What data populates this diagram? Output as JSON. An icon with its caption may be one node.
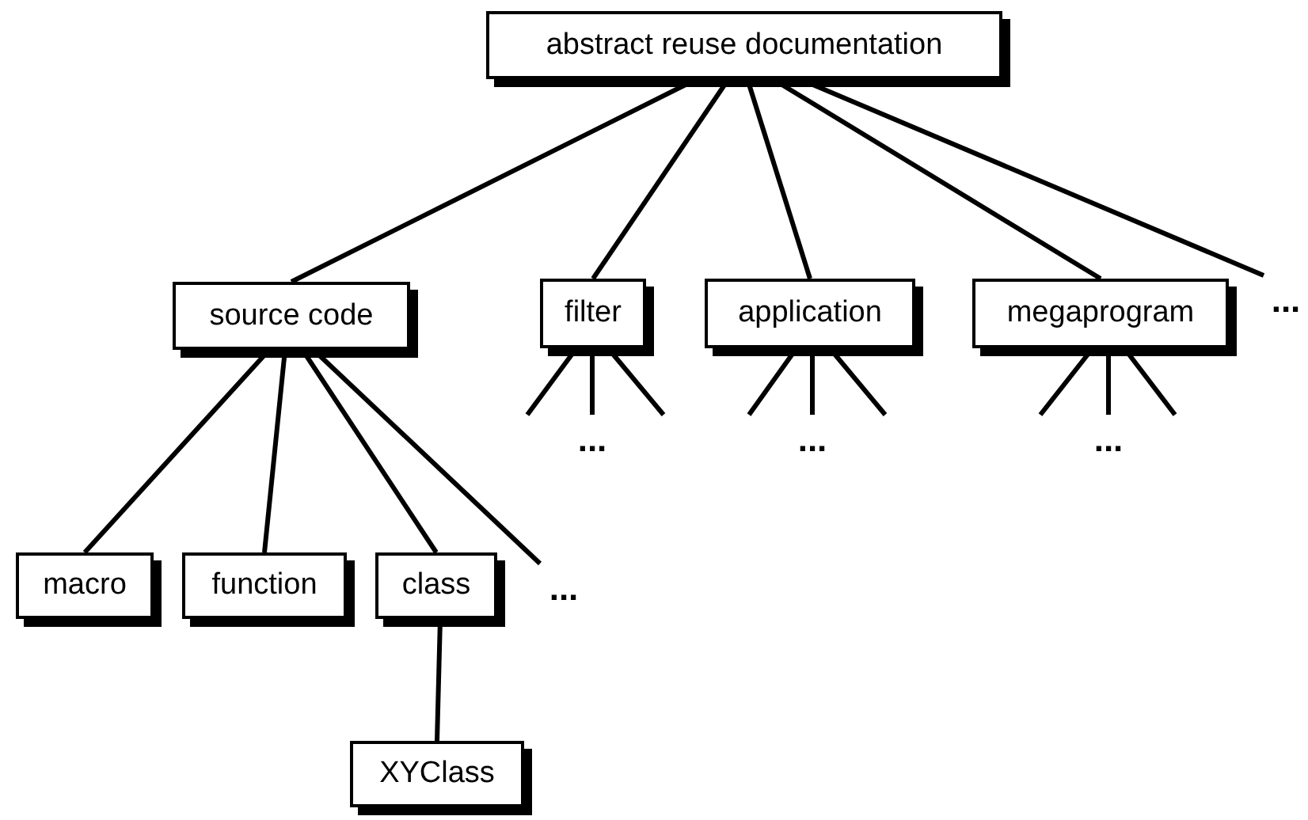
{
  "diagram": {
    "nodes": [
      {
        "text": [
          "abstract reuse documentation"
        ]
      },
      {
        "text": [
          "source code"
        ]
      },
      {
        "text": [
          "filter"
        ]
      },
      {
        "text": [
          "application"
        ]
      },
      {
        "text": [
          "megaprogram"
        ]
      },
      {
        "text": [
          "..."
        ]
      },
      {
        "text": [
          "macro"
        ]
      },
      {
        "text": [
          "function"
        ]
      },
      {
        "text": [
          "class"
        ]
      },
      {
        "text": [
          "..."
        ]
      },
      {
        "text": [
          "XYClass"
        ]
      }
    ],
    "edges": [
      {
        "from": 0,
        "to": 1,
        "arrow": "none"
      },
      {
        "from": 0,
        "to": 2,
        "arrow": "none"
      },
      {
        "from": 0,
        "to": 3,
        "arrow": "none"
      },
      {
        "from": 0,
        "to": 4,
        "arrow": "none"
      },
      {
        "from": 0,
        "to": 5,
        "arrow": "none"
      },
      {
        "from": 1,
        "to": 6,
        "arrow": "none"
      },
      {
        "from": 1,
        "to": 7,
        "arrow": "none"
      },
      {
        "from": 1,
        "to": 8,
        "arrow": "none"
      },
      {
        "from": 1,
        "to": 9,
        "arrow": "none"
      },
      {
        "from": 8,
        "to": 10,
        "arrow": "none"
      },
      {
        "from": 2,
        "to": null,
        "arrow": "none"
      },
      {
        "from": 2,
        "to": null,
        "arrow": "none"
      },
      {
        "from": 2,
        "to": null,
        "arrow": "none"
      },
      {
        "from": 3,
        "to": null,
        "arrow": "none"
      },
      {
        "from": 3,
        "to": null,
        "arrow": "none"
      },
      {
        "from": 3,
        "to": null,
        "arrow": "none"
      },
      {
        "from": 4,
        "to": null,
        "arrow": "none"
      },
      {
        "from": 4,
        "to": null,
        "arrow": "none"
      },
      {
        "from": 4,
        "to": null,
        "arrow": "none"
      }
    ],
    "labels": [
      "...",
      "...",
      "..."
    ]
  }
}
